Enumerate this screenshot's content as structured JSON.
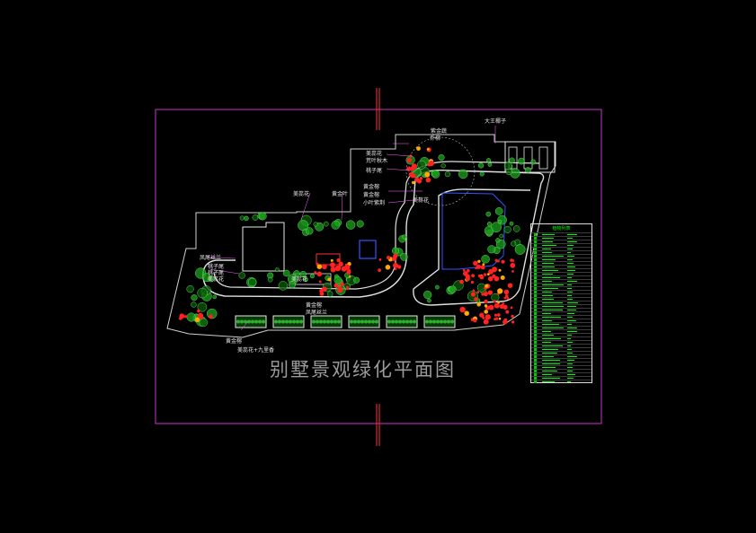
{
  "drawing": {
    "title": "别墅景观绿化平面图",
    "legend_header": "植物列表",
    "labels": [
      {
        "id": "l1",
        "text": "大王椰子"
      },
      {
        "id": "l2",
        "text": "紫金蔬"
      },
      {
        "id": "l3",
        "text": "乔柳"
      },
      {
        "id": "l4",
        "text": "美蕊花"
      },
      {
        "id": "l5",
        "text": "荒叶秋木"
      },
      {
        "id": "l6",
        "text": "桃子尾"
      },
      {
        "id": "l7",
        "text": "美蕊花"
      },
      {
        "id": "l8",
        "text": "黄金叶"
      },
      {
        "id": "l9",
        "text": "黄金榕"
      },
      {
        "id": "l10",
        "text": "黄金榕"
      },
      {
        "id": "l11",
        "text": "小叶紫荆"
      },
      {
        "id": "l12",
        "text": "美蕊花"
      },
      {
        "id": "l13",
        "text": "凤尾丝兰"
      },
      {
        "id": "l14",
        "text": "桃子尾"
      },
      {
        "id": "l15",
        "text": "桃子尾"
      },
      {
        "id": "l16",
        "text": "美蕊花"
      },
      {
        "id": "l17",
        "text": "黄金榕"
      },
      {
        "id": "l18",
        "text": "美蕊花"
      },
      {
        "id": "l19",
        "text": "凤尾丝兰"
      },
      {
        "id": "l20",
        "text": "黄金榕"
      },
      {
        "id": "l21",
        "text": "美蕊花+九里香"
      }
    ]
  },
  "colors": {
    "background": "#000000",
    "frame": "#cc33cc",
    "marker": "#ff3333",
    "tree": "#1ea01e",
    "building": "#e6e6e6",
    "path": "#e6e6e6",
    "water": "#3355ff",
    "flower": "#ff2222",
    "legend_text": "#00ff00"
  }
}
